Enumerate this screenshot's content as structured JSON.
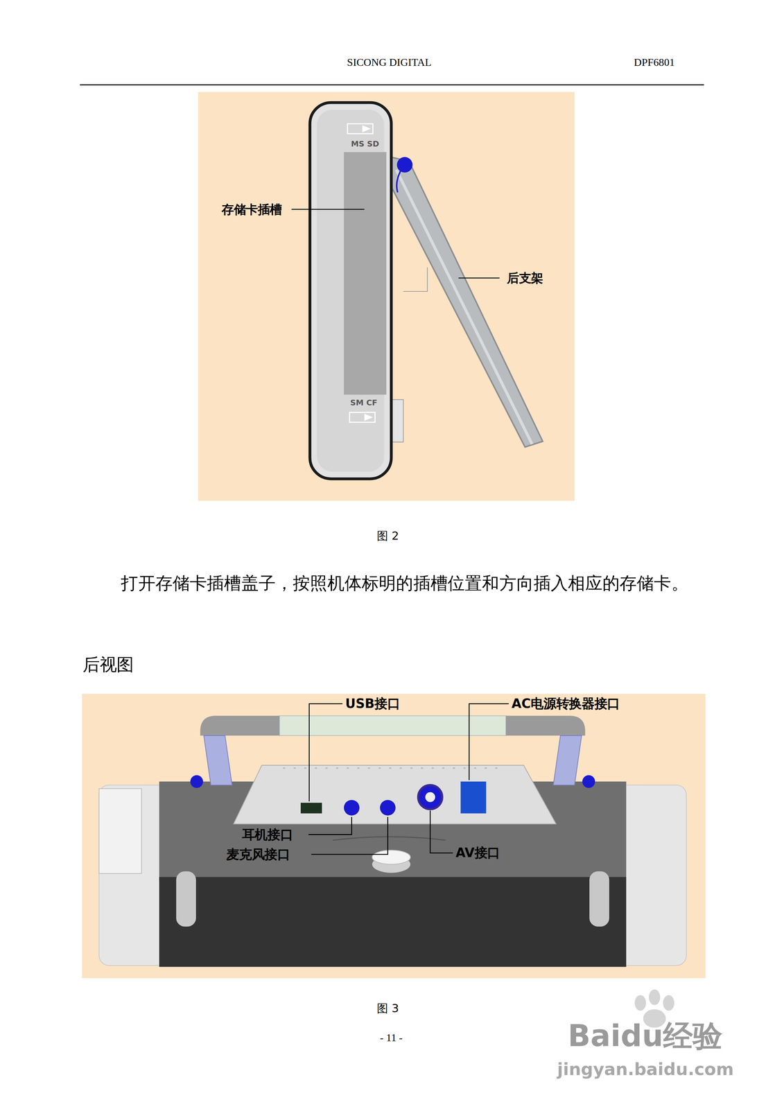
{
  "diagram": {
    "labels": [
      "SICONG DIGITAL",
      "DPF6801",
      "MS SD",
      "存储卡插槽",
      "后支架",
      "SM CF",
      "图 2",
      "打开存储卡插槽盖子，按照机体标明的插槽位置和方向插入相应的存储卡。",
      "后视图",
      "USB接口",
      "AC电源转换器接口",
      "耳机接口",
      "麦克风接口",
      "AV接口",
      "图 3",
      "- 11 -",
      "Baidu经验",
      "jingyan.baidu.com"
    ]
  }
}
